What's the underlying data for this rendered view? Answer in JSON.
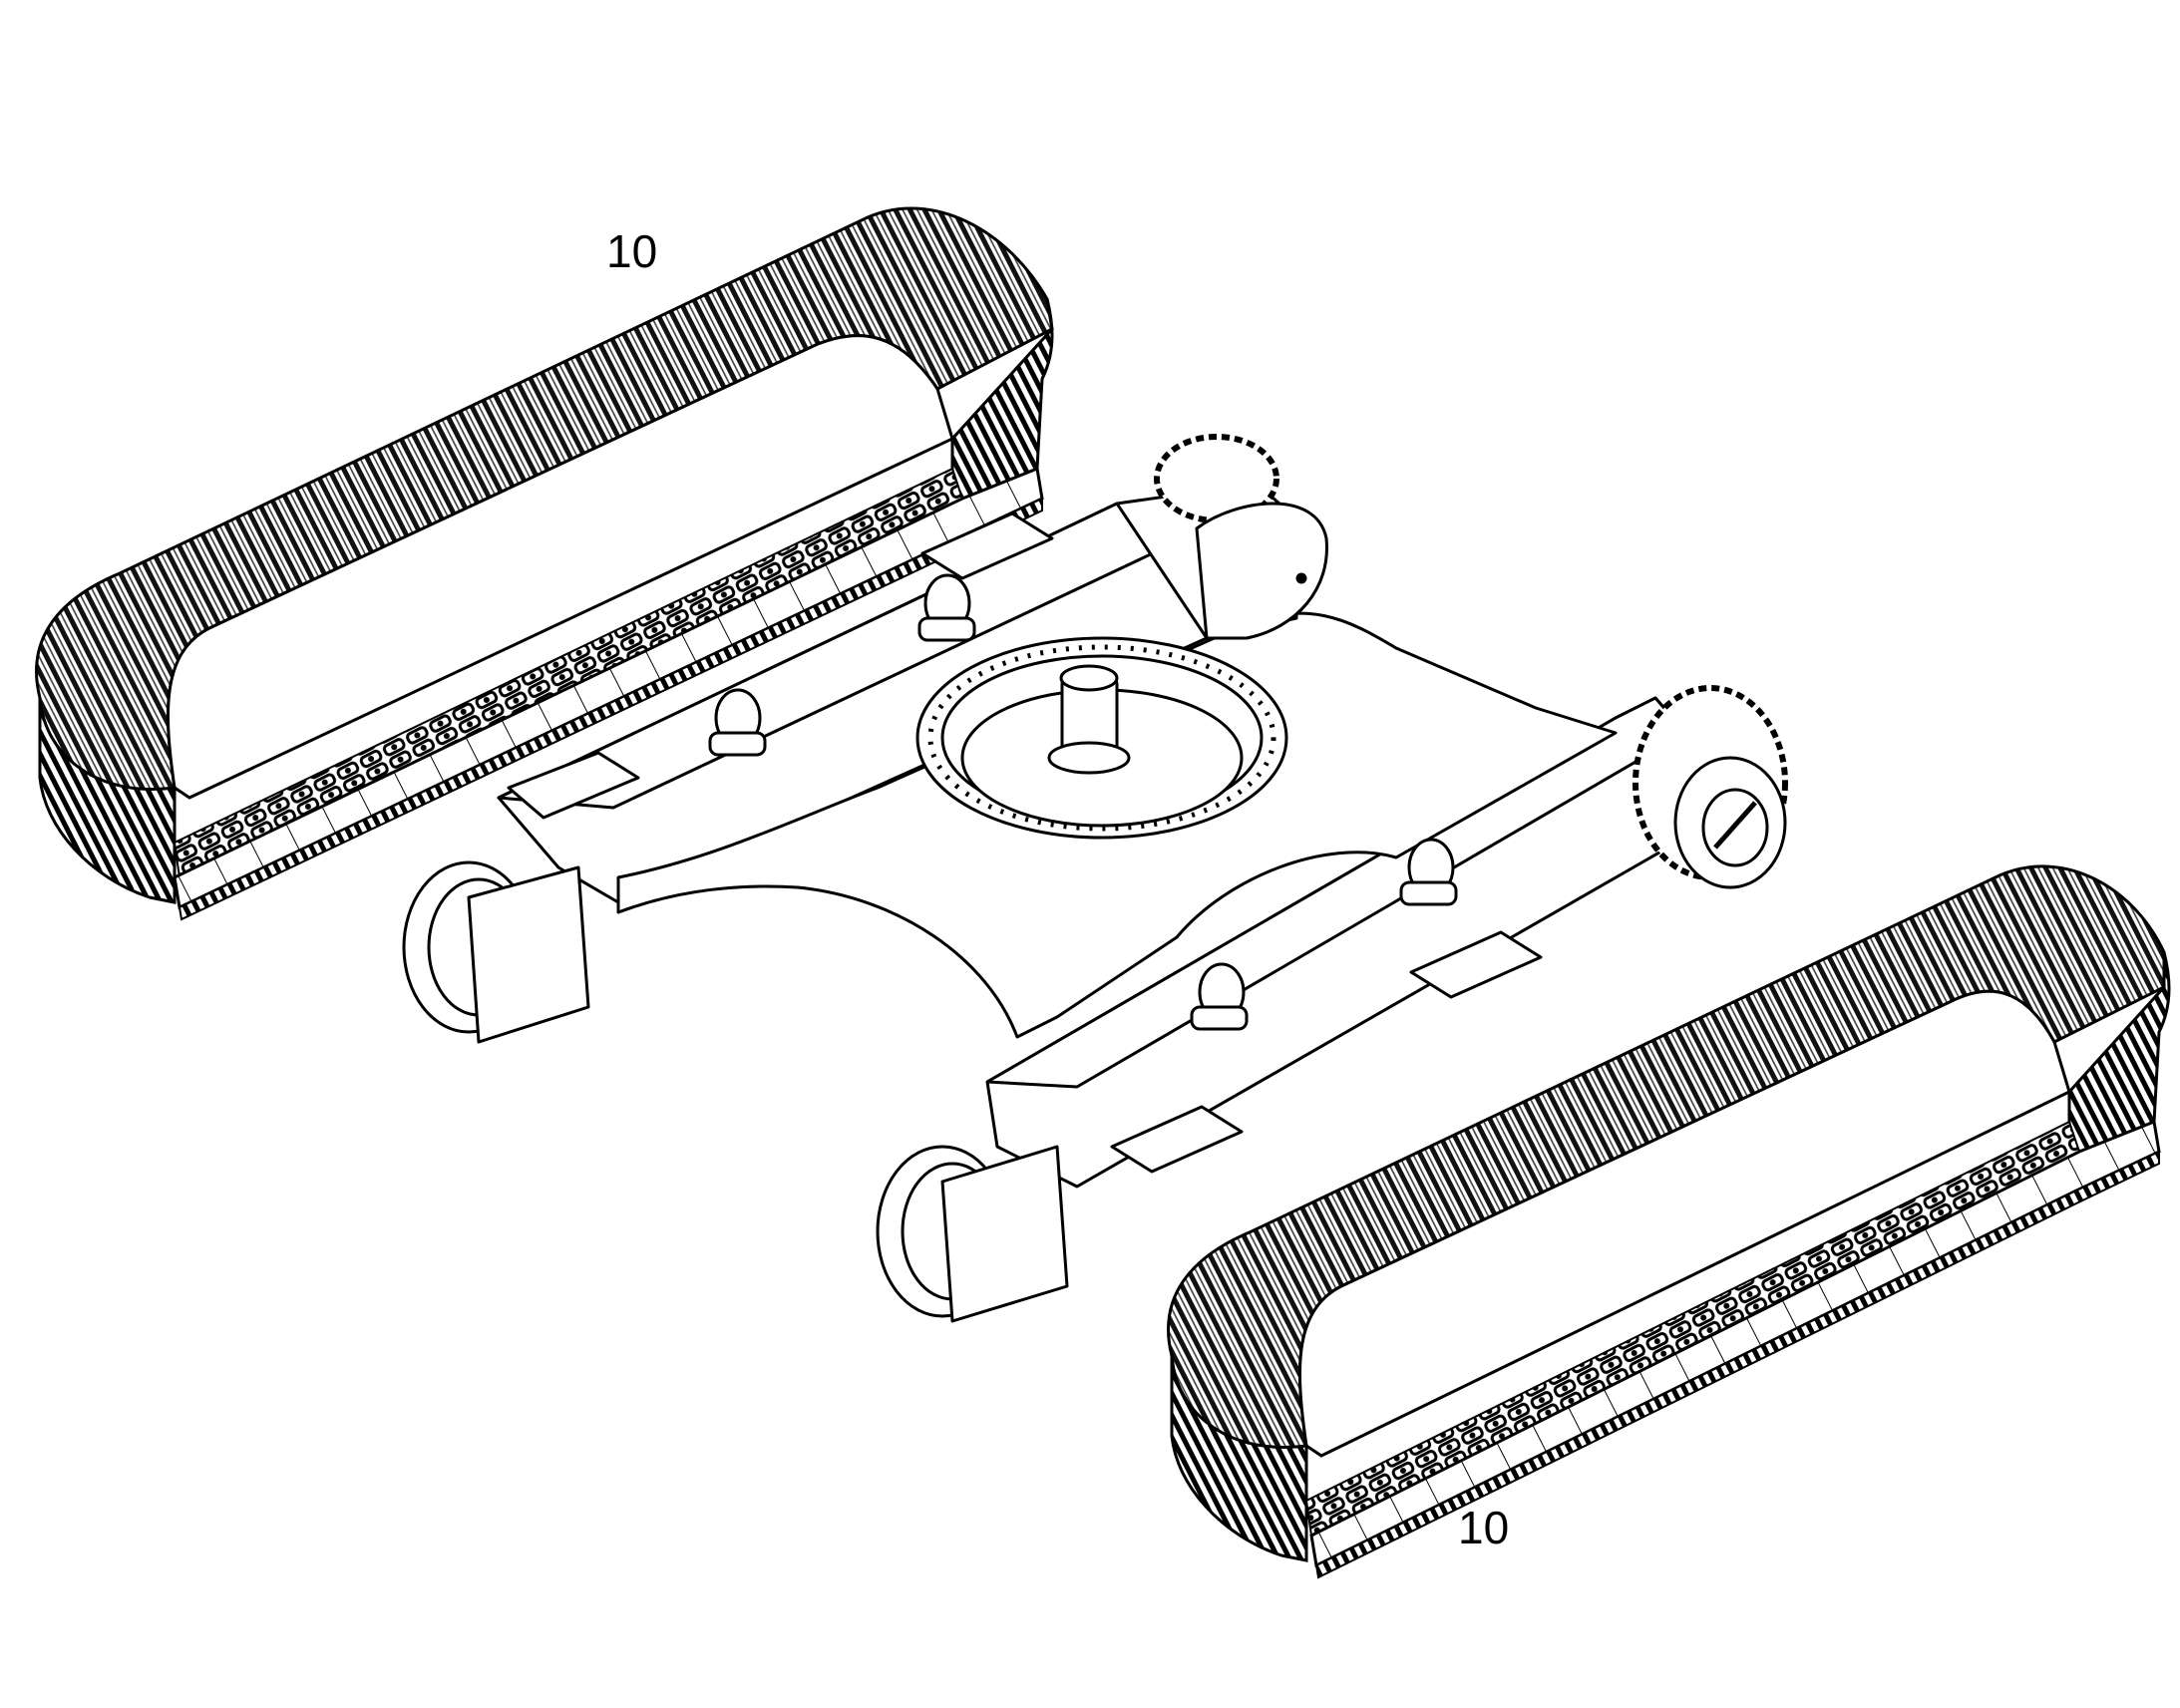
{
  "callouts": [
    {
      "id": "upper-left-track",
      "label": "10"
    },
    {
      "id": "lower-right-track",
      "label": "10"
    }
  ],
  "line_color": "#000000",
  "background_color": "#ffffff"
}
